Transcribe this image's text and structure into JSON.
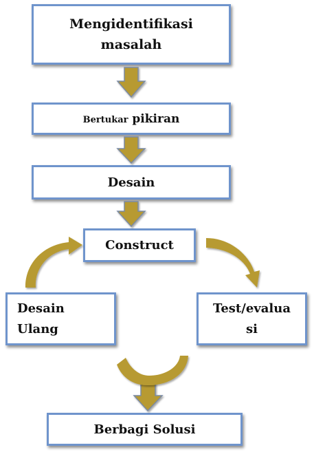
{
  "colors": {
    "box_border": "#6f94cc",
    "arrow_fill": "#b79a32",
    "arrow_stroke": "#7a8aa3",
    "curve_fill": "#b79a32"
  },
  "steps": {
    "identify": {
      "line1": "Mengidentifikasi",
      "line2": "masalah"
    },
    "brainstorm": {
      "part1": "Bertukar",
      "part2": " pikiran"
    },
    "design": {
      "label": "Desain"
    },
    "construct": {
      "label": "Construct"
    },
    "redesign": {
      "line1": "Desain",
      "line2": "Ulang"
    },
    "test": {
      "line1": "Test/evalua",
      "line2": "si"
    },
    "share": {
      "label": "Berbagi Solusi"
    }
  }
}
